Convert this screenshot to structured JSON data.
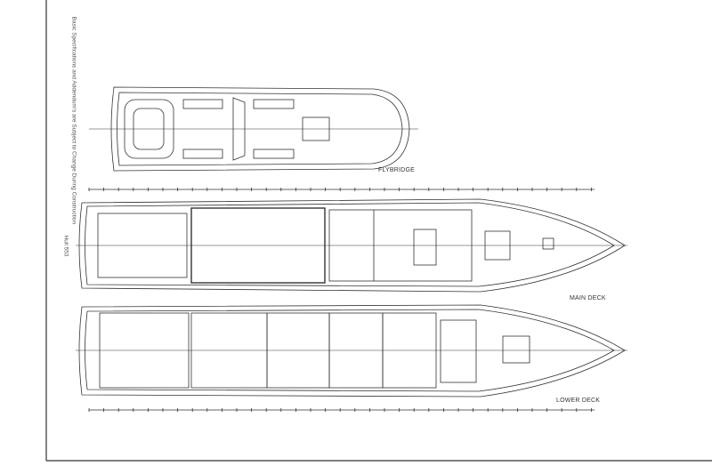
{
  "disclaimer": "Basic Specifications and Addendum's are Subject to Change During Construction",
  "hull_number": "Hull 553",
  "decks": {
    "flybridge": "FLYBRIDGE",
    "main": "MAIN DECK",
    "lower": "LOWER DECK"
  },
  "colors": {
    "line": "#333333",
    "background": "#ffffff"
  }
}
